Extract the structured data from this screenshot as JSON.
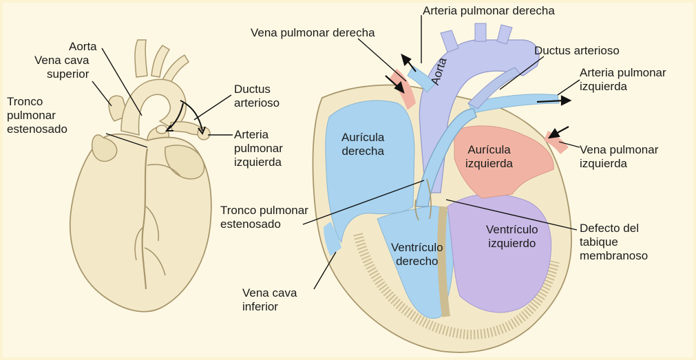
{
  "left_labels": {
    "aorta": "Aorta",
    "vena_cava_superior": "Vena cava\nsuperior",
    "tronco_pulmonar_estenosado": "Tronco\npulmonar\nestenosado",
    "ductus_arterioso": "Ductus\narterioso",
    "arteria_pulmonar_izquierda": "Arteria\npulmonar\nizquierda"
  },
  "right_labels": {
    "arteria_pulmonar_derecha": "Arteria pulmonar derecha",
    "vena_pulmonar_derecha": "Vena pulmonar derecha",
    "ductus_arterioso": "Ductus arterioso",
    "arteria_pulmonar_izquierda": "Arteria pulmonar\nizquierda",
    "vena_pulmonar_izquierda": "Vena pulmonar\nizquierda",
    "defecto_tabique": "Defecto del\ntabique\nmembranoso",
    "tronco_pulmonar_estenosado": "Tronco pulmonar\nestenosado",
    "vena_cava_inferior": "Vena cava\ninferior"
  },
  "inner_labels": {
    "aorta": "Aorta",
    "auricula_derecha": "Aurícula\nderecha",
    "auricula_izquierda": "Aurícula\nizquierda",
    "ventriculo_derecho": "Ventrículo\nderecho",
    "ventriculo_izquierdo": "Ventrículo\nizquierdo"
  },
  "colors": {
    "background": "#fdf8e4",
    "heart_tissue": "#f3e9c9",
    "tissue_outline": "#b8a67c",
    "deoxygenated": "#a9d3ef",
    "oxygenated": "#f1b4a4",
    "mixed": "#c8b9e6"
  }
}
